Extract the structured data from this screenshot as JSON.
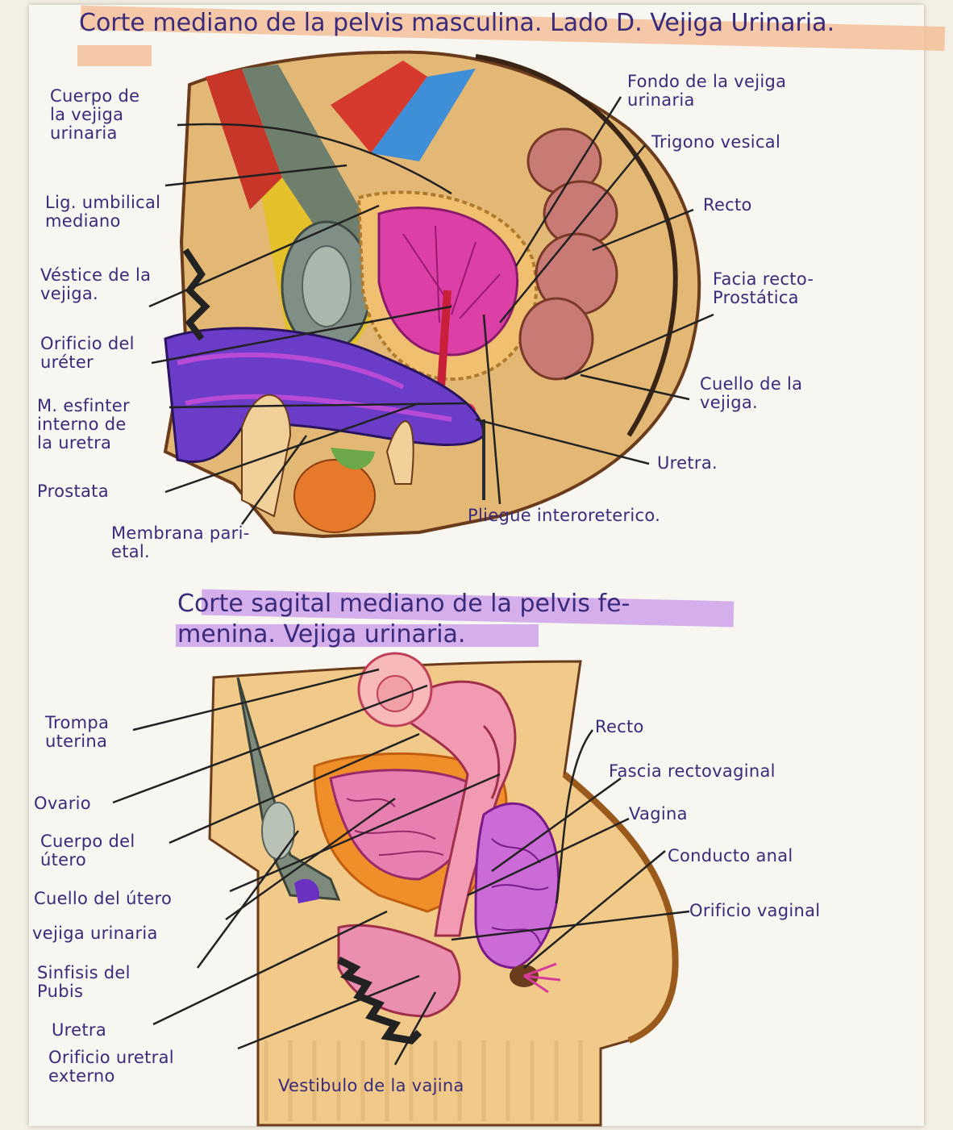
{
  "diagram_1": {
    "title": "Corte mediano de la pelvis masculina. Lado D. Vejiga Urinaria.",
    "labels": {
      "cuerpo_vejiga": "Cuerpo de\nla vejiga\nurinaria",
      "lig_umbilical": "Lig. umbilical\nmediano",
      "vertice": "Véstice de la\nvejiga.",
      "orificio_ureter": "Orificio del\nuréter",
      "esfinter": "M. esfinter\ninterno de\nla uretra",
      "prostata": "Prostata",
      "membrana": "Membrana pari-\netal.",
      "fondo": "Fondo de la vejiga\nurinaria",
      "trigono": "Trigono vesical",
      "recto": "Recto",
      "facia": "Facia recto-\nProstática",
      "cuello": "Cuello de la\nvejiga.",
      "uretra": "Uretra.",
      "pliegue": "Pliegue interoreterico."
    }
  },
  "diagram_2": {
    "title": "Corte sagital mediano de la pelvis fe-\nmenina. Vejiga urinaria.",
    "labels": {
      "trompa": "Trompa\nuterina",
      "ovario": "Ovario",
      "cuerpo_utero": "Cuerpo del\nútero",
      "cuello_utero": "Cuello del útero",
      "vejiga": "vejiga urinaria",
      "sinfisis": "Sinfisis del\nPubis",
      "uretra": "Uretra",
      "orificio_uretral": "Orificio uretral\nexterno",
      "vestibulo": "Vestibulo de la vajina",
      "recto": "Recto",
      "fascia": "Fascia rectovaginal",
      "vagina": "Vagina",
      "conducto": "Conducto anal",
      "orificio_vaginal": "Orificio vaginal"
    }
  }
}
